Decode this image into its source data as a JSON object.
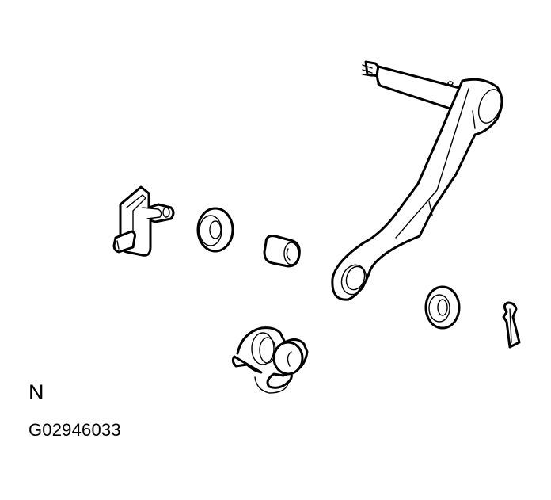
{
  "diagram": {
    "type": "exploded-parts-view",
    "view_letter": "N",
    "figure_code": "G02946033",
    "colors": {
      "line": "#000000",
      "background": "#ffffff"
    },
    "parts": [
      {
        "id": "bracket-with-pin",
        "description": "L-shaped bracket with stud and cross pin"
      },
      {
        "id": "washer-1",
        "description": "Flat washer"
      },
      {
        "id": "bushing",
        "description": "Cylindrical bushing"
      },
      {
        "id": "pedal-arm",
        "description": "Lever arm with threaded shaft"
      },
      {
        "id": "spring-assembly",
        "description": "Coil spring / pivot assembly"
      },
      {
        "id": "washer-2",
        "description": "Flat washer"
      },
      {
        "id": "hair-pin-clip",
        "description": "Retaining hair-pin clip"
      }
    ]
  }
}
